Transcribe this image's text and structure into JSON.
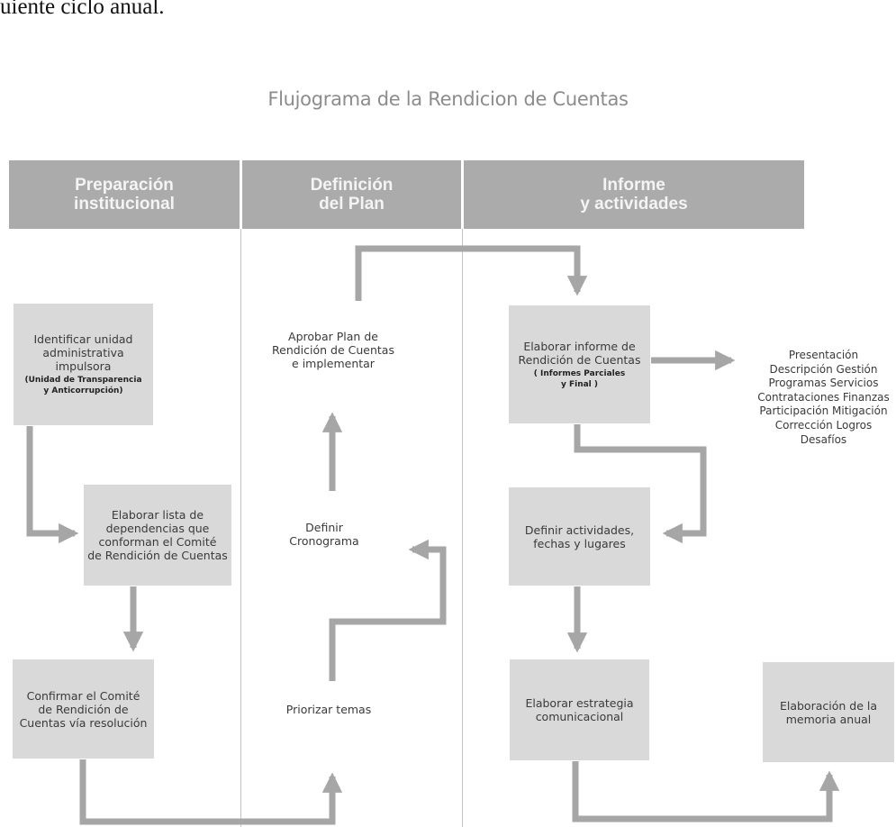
{
  "top_text": "uiente ciclo anual.",
  "title": "Flujograma de la Rendicion de Cuentas",
  "columns": [
    {
      "label": "Preparación\ninstitucional"
    },
    {
      "label": "Definición\ndel Plan"
    },
    {
      "label": "Informe\ny actividades"
    }
  ],
  "boxes": {
    "identificar": {
      "text": "Identificar unidad\nadministrativa\nimpulsora",
      "note": "(Unidad de Transparencia\ny Anticorrupción)"
    },
    "elaborar_lista": {
      "text": "Elaborar lista de\ndependencias que\nconforman el Comité\nde Rendición de Cuentas"
    },
    "confirmar": {
      "text": "Confirmar el Comité\nde Rendición de\nCuentas vía resolución"
    },
    "aprobar": {
      "text": "Aprobar Plan de\nRendición de Cuentas\ne implementar"
    },
    "definir_cronograma": {
      "text": "Definir\nCronograma"
    },
    "priorizar": {
      "text": "Priorizar temas"
    },
    "elaborar_informe": {
      "text": "Elaborar informe de\nRendición de Cuentas",
      "note": "( Informes Parciales\ny Final )"
    },
    "definir_actividades": {
      "text": "Definir actividades,\nfechas y lugares"
    },
    "estrategia": {
      "text": "Elaborar estrategia\ncomunicacional"
    },
    "memoria": {
      "text": "Elaboración de la\nmemoria anual"
    }
  },
  "report_contents": [
    "Presentación",
    "Descripción Gestión",
    "Programas Servicios",
    "Contrataciones Finanzas",
    "Participación Mitigación",
    "Corrección Logros",
    "Desafíos"
  ]
}
